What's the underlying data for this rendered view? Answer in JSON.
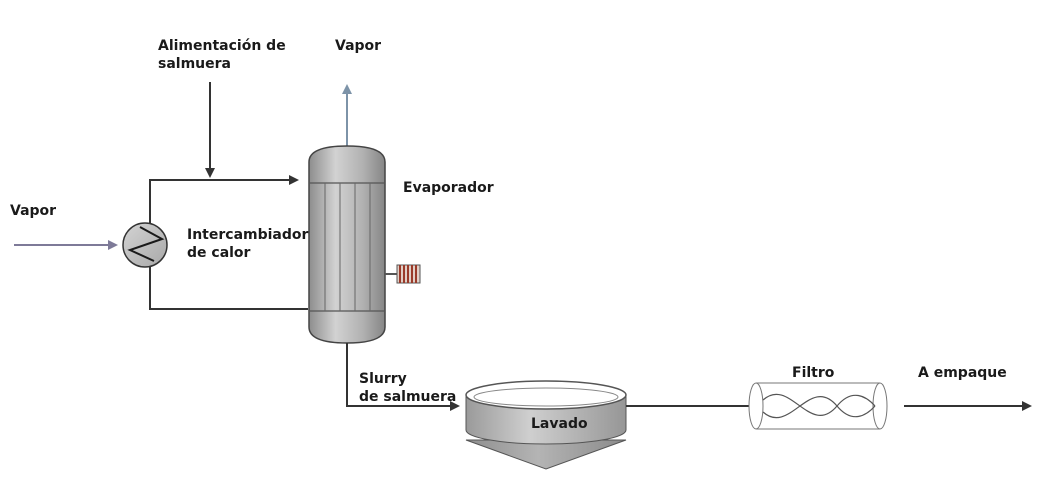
{
  "labels": {
    "brine_feed": [
      "Alimentación de",
      "salmuera"
    ],
    "vapor_top": "Vapor",
    "vapor_left": "Vapor",
    "evaporator": "Evaporador",
    "heat_exchanger": [
      "Intercambiador",
      "de calor"
    ],
    "slurry": [
      "Slurry",
      "de salmuera"
    ],
    "washing": "Lavado",
    "filter": "Filtro",
    "to_packaging": "A empaque"
  },
  "colors": {
    "line": "#333333",
    "vapor_line": "#7d93a8",
    "steam_inlet": "#7e7a98",
    "vessel": "#b8b8b8",
    "coil": "#9a3b2a"
  }
}
